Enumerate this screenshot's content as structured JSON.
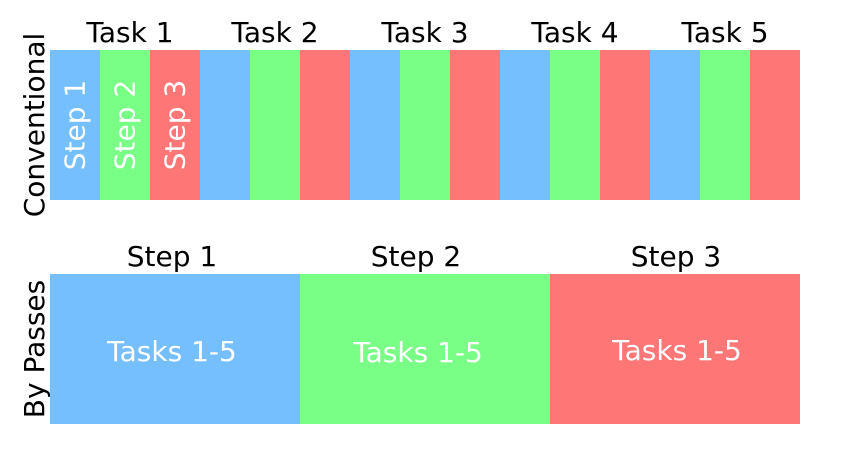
{
  "conventional": {
    "row_label": "Conventional",
    "tasks": [
      {
        "label": "Task 1"
      },
      {
        "label": "Task 2"
      },
      {
        "label": "Task 3"
      },
      {
        "label": "Task 4"
      },
      {
        "label": "Task 5"
      }
    ],
    "step_labels": [
      "Step 1",
      "Step 2",
      "Step 3"
    ]
  },
  "by_passes": {
    "row_label": "By Passes",
    "steps": [
      {
        "header": "Step 1",
        "body": "Tasks 1-5"
      },
      {
        "header": "Step 2",
        "body": "Tasks 1-5"
      },
      {
        "header": "Step 3",
        "body": "Tasks 1-5"
      }
    ]
  },
  "colors": {
    "step1": "#76bfff",
    "step2": "#79ff86",
    "step3": "#ff7676",
    "text_dark": "#000000",
    "text_light": "#ffffff"
  }
}
